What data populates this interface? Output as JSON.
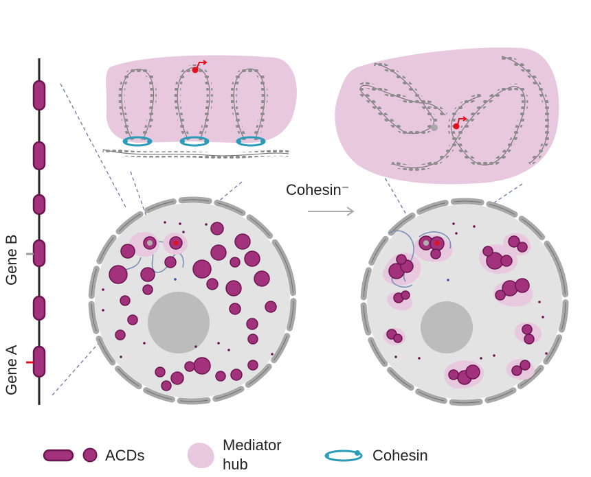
{
  "transition_label": "Cohesin⁻",
  "genes": {
    "gene_b": "Gene B",
    "gene_a": "Gene A"
  },
  "legend": {
    "acds": "ACDs",
    "mediator_line1": "Mediator",
    "mediator_line2": "hub",
    "cohesin": "Cohesin"
  },
  "colors": {
    "acd_fill": "#a3327c",
    "acd_stroke": "#6a1550",
    "mediator": "#e8c8de",
    "nucleus": "#e3e3e3",
    "lamina": "#a8a8a8",
    "nucleolus": "#bcbcbc",
    "cohesin": "#2a9bb8",
    "promoter": "#e0101e",
    "chromatin": "#7a8fb5"
  }
}
